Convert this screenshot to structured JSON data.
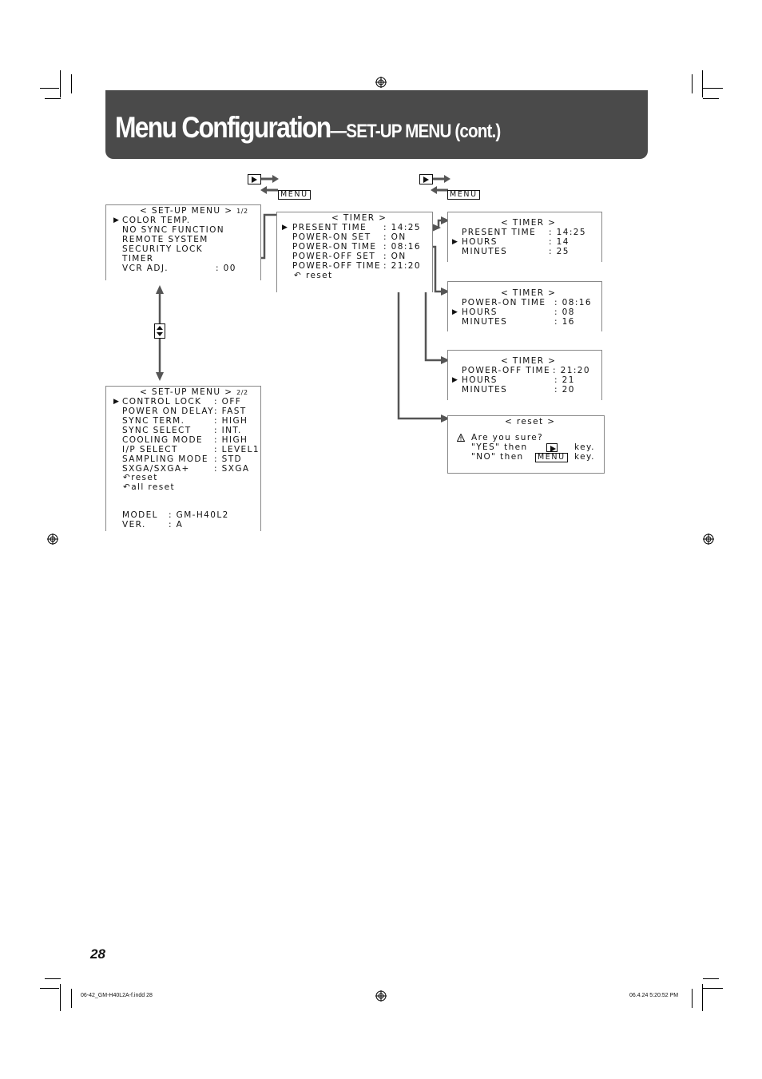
{
  "header": {
    "title": "Menu Configuration",
    "subtitle": "—SET-UP MENU (cont.)"
  },
  "nav_keys": {
    "menu_label": "MENU",
    "play_icon": "play-button-icon"
  },
  "setup_menu_1": {
    "title": "< SET-UP MENU >",
    "page": "1/2",
    "items": [
      {
        "label": "COLOR TEMP.",
        "value": ""
      },
      {
        "label": "NO SYNC FUNCTION",
        "value": ""
      },
      {
        "label": "REMOTE SYSTEM",
        "value": ""
      },
      {
        "label": "SECURITY LOCK",
        "value": ""
      },
      {
        "label": "TIMER",
        "value": ""
      },
      {
        "label": "VCR ADJ.",
        "value": ": 00"
      }
    ]
  },
  "setup_menu_2": {
    "title": "< SET-UP MENU >",
    "page": "2/2",
    "items": [
      {
        "label": "CONTROL LOCK",
        "value": ": OFF"
      },
      {
        "label": "POWER ON DELAY",
        "value": ": FAST"
      },
      {
        "label": "SYNC TERM.",
        "value": ": HIGH"
      },
      {
        "label": "SYNC SELECT",
        "value": ": INT."
      },
      {
        "label": "COOLING MODE",
        "value": ": HIGH"
      },
      {
        "label": "I/P SELECT",
        "value": ": LEVEL1"
      },
      {
        "label": "SAMPLING MODE",
        "value": ": STD"
      },
      {
        "label": "SXGA/SXGA+",
        "value": ": SXGA"
      }
    ],
    "reset": "reset",
    "all_reset": "all reset",
    "model_label": "MODEL",
    "model_value": ": GM-H40L2",
    "ver_label": "VER.",
    "ver_value": ": A"
  },
  "timer_menu": {
    "title": "< TIMER >",
    "items": [
      {
        "label": "PRESENT TIME",
        "value": ": 14:25"
      },
      {
        "label": "POWER-ON SET",
        "value": ": ON"
      },
      {
        "label": "POWER-ON TIME",
        "value": ": 08:16"
      },
      {
        "label": "POWER-OFF SET",
        "value": ": ON"
      },
      {
        "label": "POWER-OFF TIME",
        "value": ": 21:20"
      }
    ],
    "reset": "reset"
  },
  "timer_present": {
    "title": "< TIMER >",
    "rows": [
      {
        "label": "PRESENT TIME",
        "value": ": 14:25"
      },
      {
        "label": "HOURS",
        "value": ": 14"
      },
      {
        "label": "MINUTES",
        "value": ": 25"
      }
    ]
  },
  "timer_power_on": {
    "title": "< TIMER >",
    "rows": [
      {
        "label": "POWER-ON TIME",
        "value": ": 08:16"
      },
      {
        "label": "HOURS",
        "value": ": 08"
      },
      {
        "label": "MINUTES",
        "value": ": 16"
      }
    ]
  },
  "timer_power_off": {
    "title": "< TIMER >",
    "rows": [
      {
        "label": "POWER-OFF TIME",
        "value": ": 21:20"
      },
      {
        "label": "HOURS",
        "value": ": 21"
      },
      {
        "label": "MINUTES",
        "value": ": 20"
      }
    ]
  },
  "reset_dialog": {
    "title": "< reset >",
    "question": "Are you sure?",
    "yes_text": "\"YES\" then",
    "no_text": "\"NO\" then",
    "key_word": "key.",
    "menu_key": "MENU"
  },
  "page_number": "28",
  "footer": {
    "file": "06-42_GM-H40L2A-f.indd   28",
    "timestamp": "06.4.24   5:20:52 PM"
  }
}
